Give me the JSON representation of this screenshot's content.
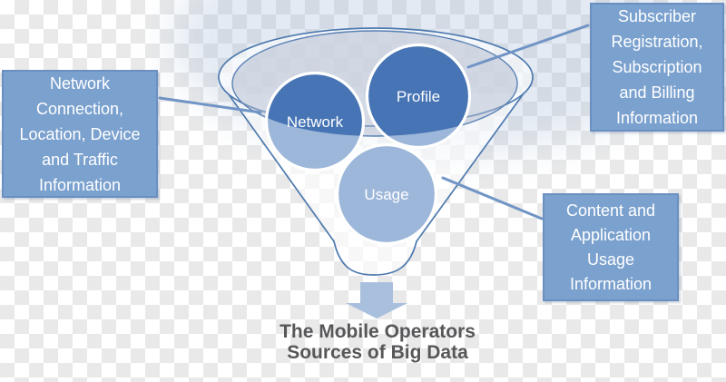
{
  "diagram": {
    "caption_lines": [
      "The Mobile Operators",
      "Sources of Big Data"
    ],
    "funnel": {
      "circles": [
        {
          "label": "Network"
        },
        {
          "label": "Profile"
        },
        {
          "label": "Usage"
        }
      ]
    },
    "callouts": [
      {
        "id": "network-info",
        "lines": [
          "Network",
          "Connection,",
          "Location, Device",
          "and Traffic",
          "Information"
        ]
      },
      {
        "id": "subscriber-info",
        "lines": [
          "Subscriber",
          "Registration,",
          "Subscription",
          "and Billing",
          "Information"
        ]
      },
      {
        "id": "content-info",
        "lines": [
          "Content and",
          "Application",
          "Usage",
          "Information"
        ]
      }
    ],
    "colors": {
      "circle_dark": "#4674b4",
      "circle_light": "#9db7da",
      "callout_fill": "#7ba1ce",
      "callout_border": "#6a8fc1",
      "connector": "#7094c5",
      "funnel_outline": "#4d79ae",
      "mouth_fill": "rgba(173,186,206,0.5)",
      "arrow_fill": "#a9bfde",
      "caption_text": "#57575a",
      "checker_gray": "#e9e9e9"
    }
  }
}
